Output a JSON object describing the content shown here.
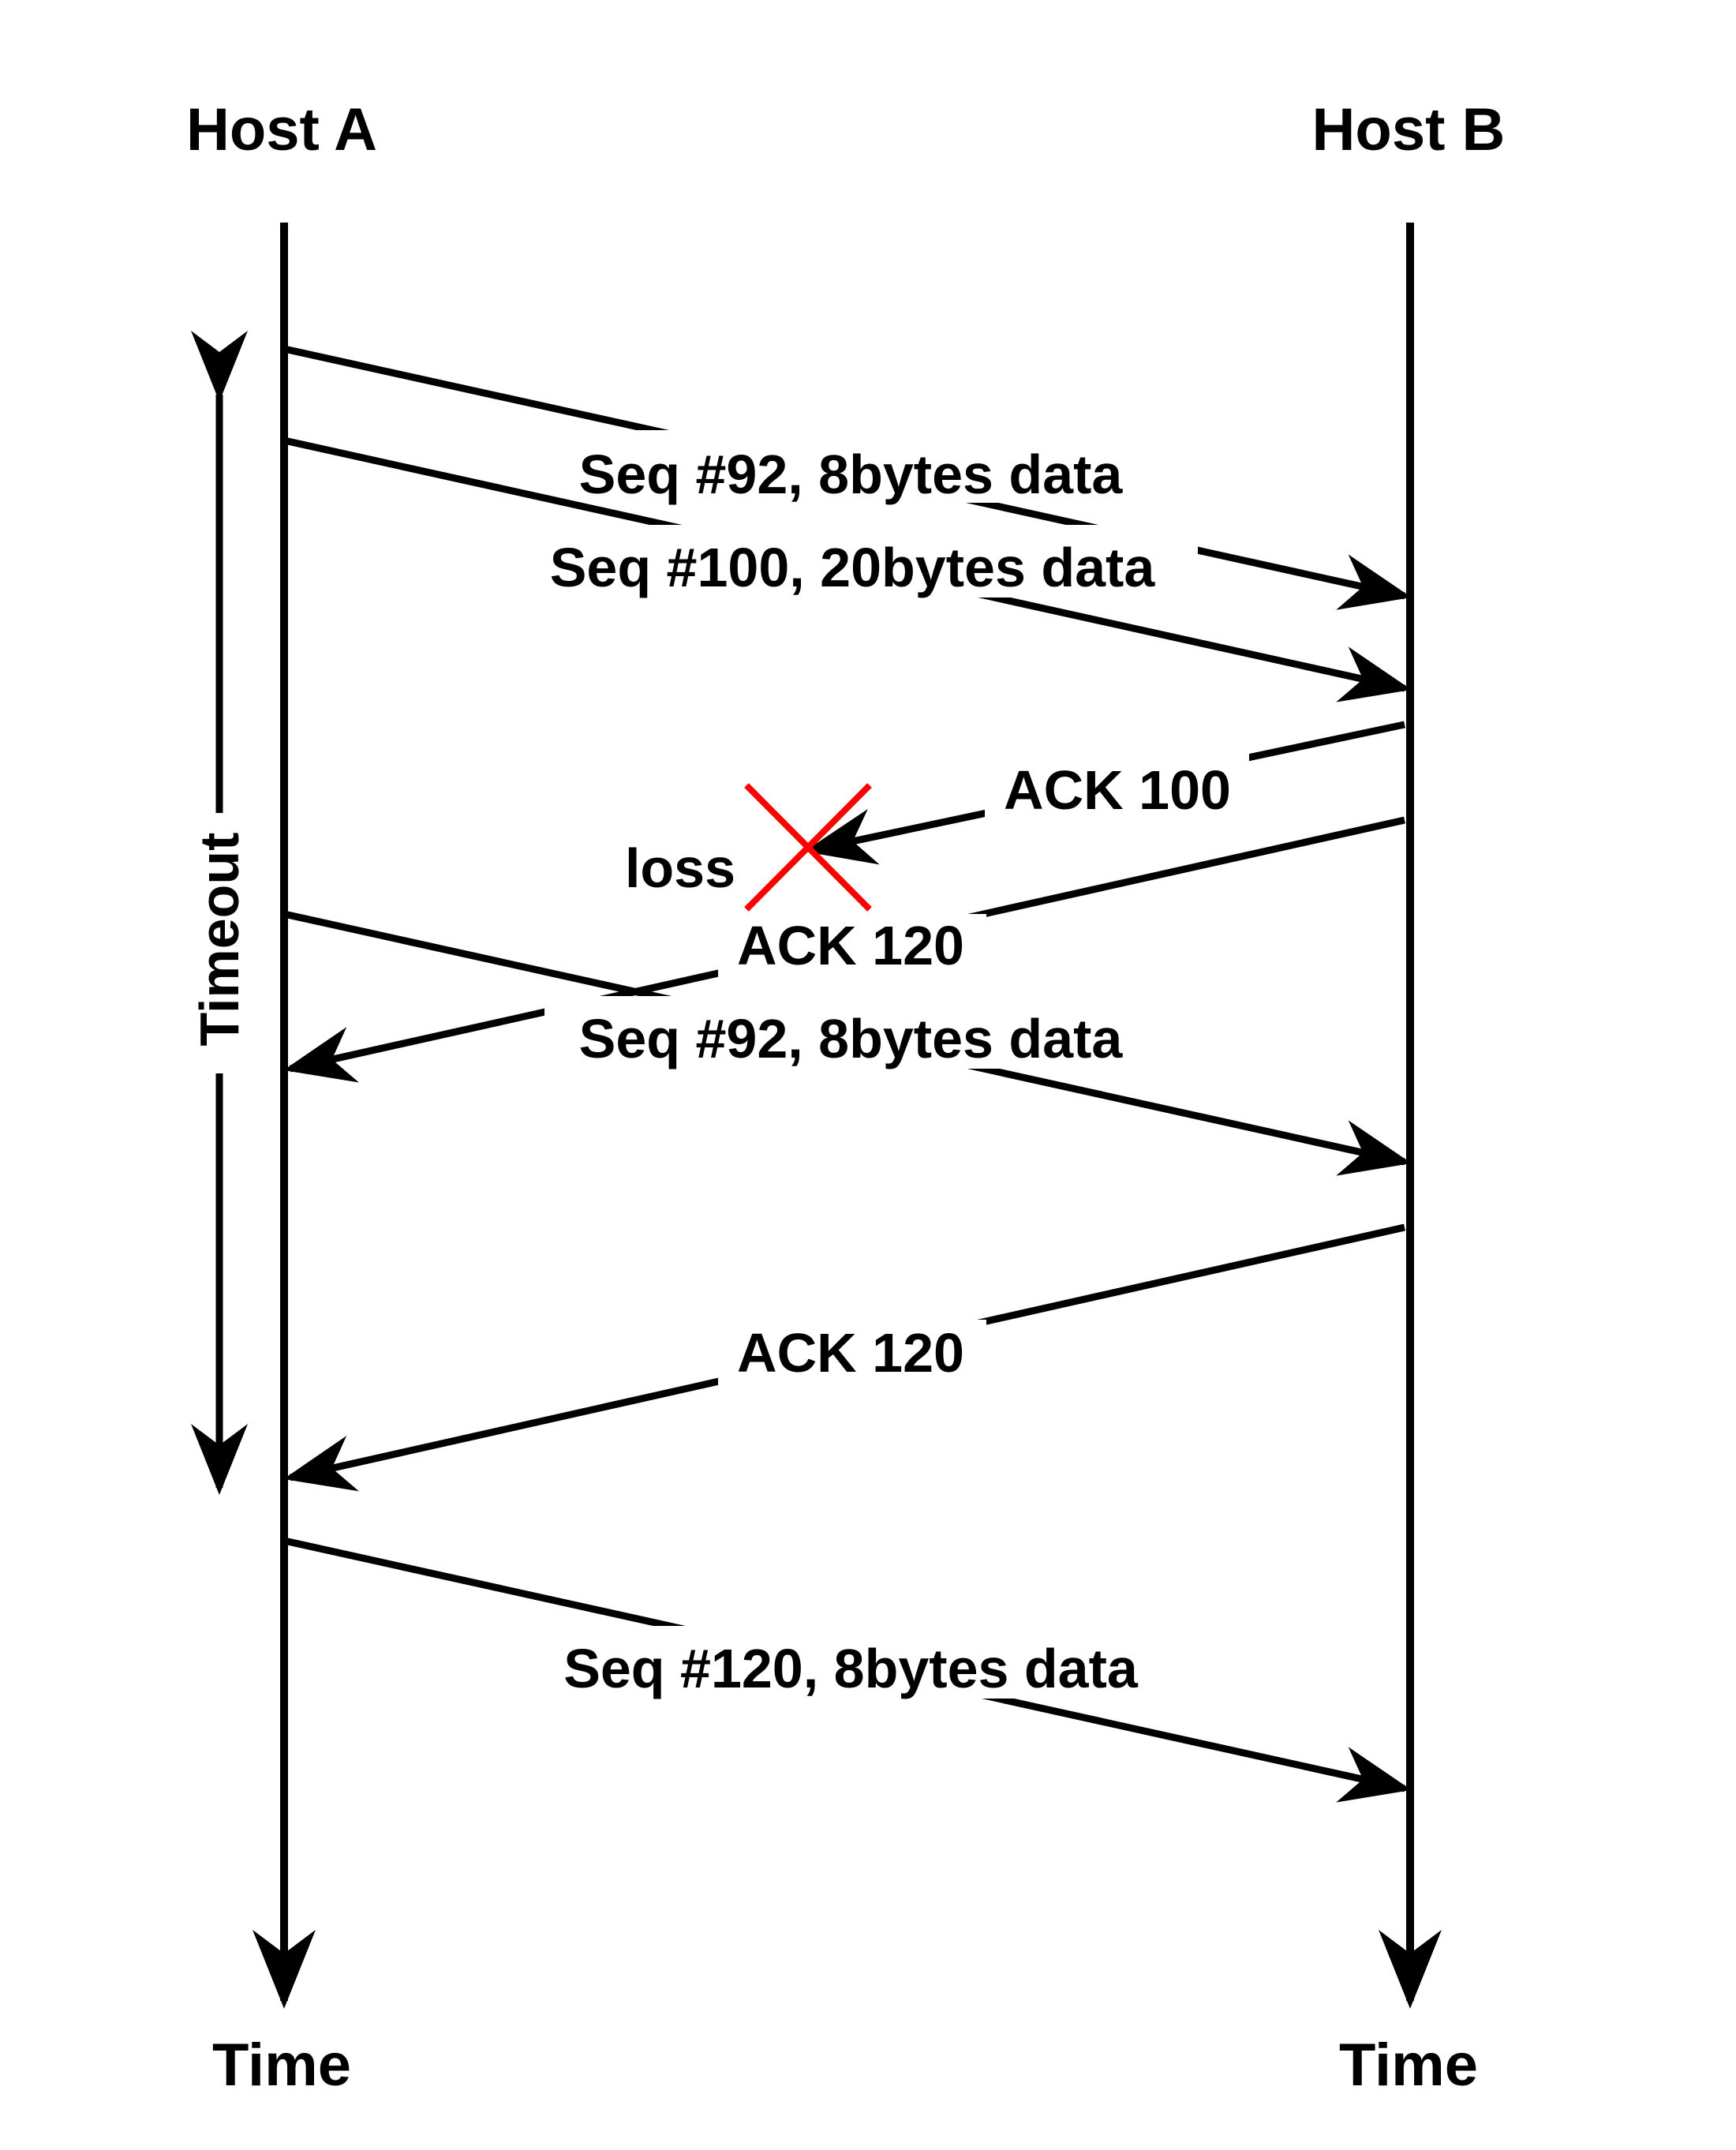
{
  "hosts": {
    "a": {
      "name": "Host A",
      "time_label": "Time"
    },
    "b": {
      "name": "Host B",
      "time_label": "Time"
    }
  },
  "timeout_label": "Timeout",
  "loss_label": "loss",
  "messages": [
    {
      "id": "seq92-first",
      "label": "Seq #92, 8bytes data",
      "direction": "a-to-b"
    },
    {
      "id": "seq100",
      "label": "Seq #100, 20bytes data",
      "direction": "a-to-b"
    },
    {
      "id": "ack100",
      "label": "ACK 100",
      "direction": "b-to-a",
      "lost": true
    },
    {
      "id": "ack120-first",
      "label": "ACK 120",
      "direction": "b-to-a"
    },
    {
      "id": "seq92-retransmit",
      "label": "Seq #92, 8bytes data",
      "direction": "a-to-b"
    },
    {
      "id": "ack120-second",
      "label": "ACK 120",
      "direction": "b-to-a"
    },
    {
      "id": "seq120",
      "label": "Seq #120, 8bytes data",
      "direction": "a-to-b"
    }
  ],
  "colors": {
    "line": "#000000",
    "loss_mark": "#ff0000",
    "background": "#ffffff"
  }
}
